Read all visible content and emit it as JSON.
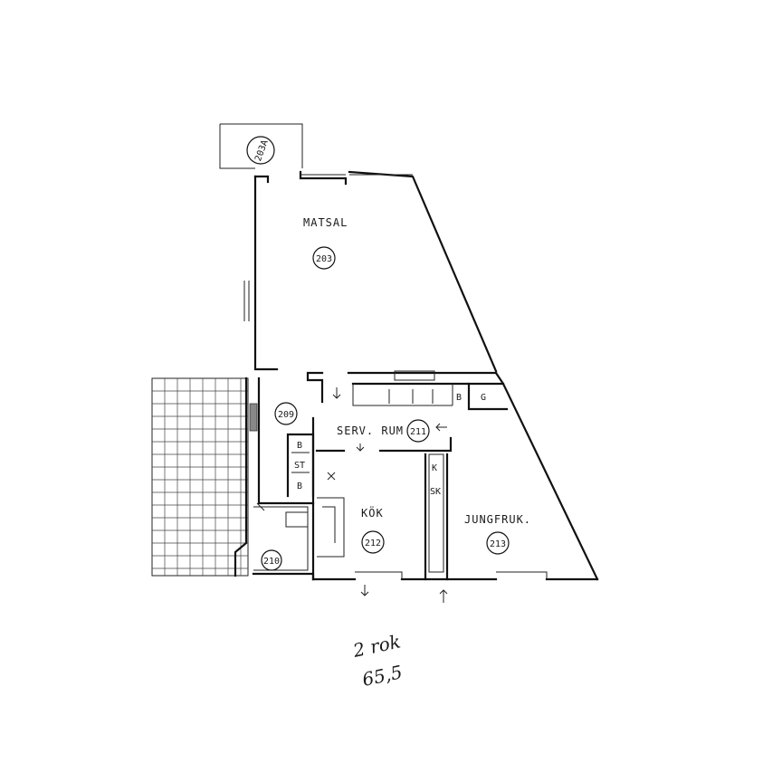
{
  "rooms": [
    {
      "id": "matsal",
      "name": "MATSAL",
      "number": "203"
    },
    {
      "id": "serv",
      "name": "SERV. RUM",
      "number": "211"
    },
    {
      "id": "kok",
      "name": "KÖK",
      "number": "212"
    },
    {
      "id": "jungfru",
      "name": "JUNGFRUK.",
      "number": "213"
    }
  ],
  "room_numbers": {
    "balcony": "203A",
    "r209": "209",
    "r210": "210"
  },
  "fixtures": {
    "b1": "B",
    "st": "ST",
    "b2": "B",
    "b3": "B",
    "g": "G",
    "k": "K",
    "sk": "SK"
  },
  "annotation": {
    "line1": "2 rok",
    "line2": "65,5"
  }
}
